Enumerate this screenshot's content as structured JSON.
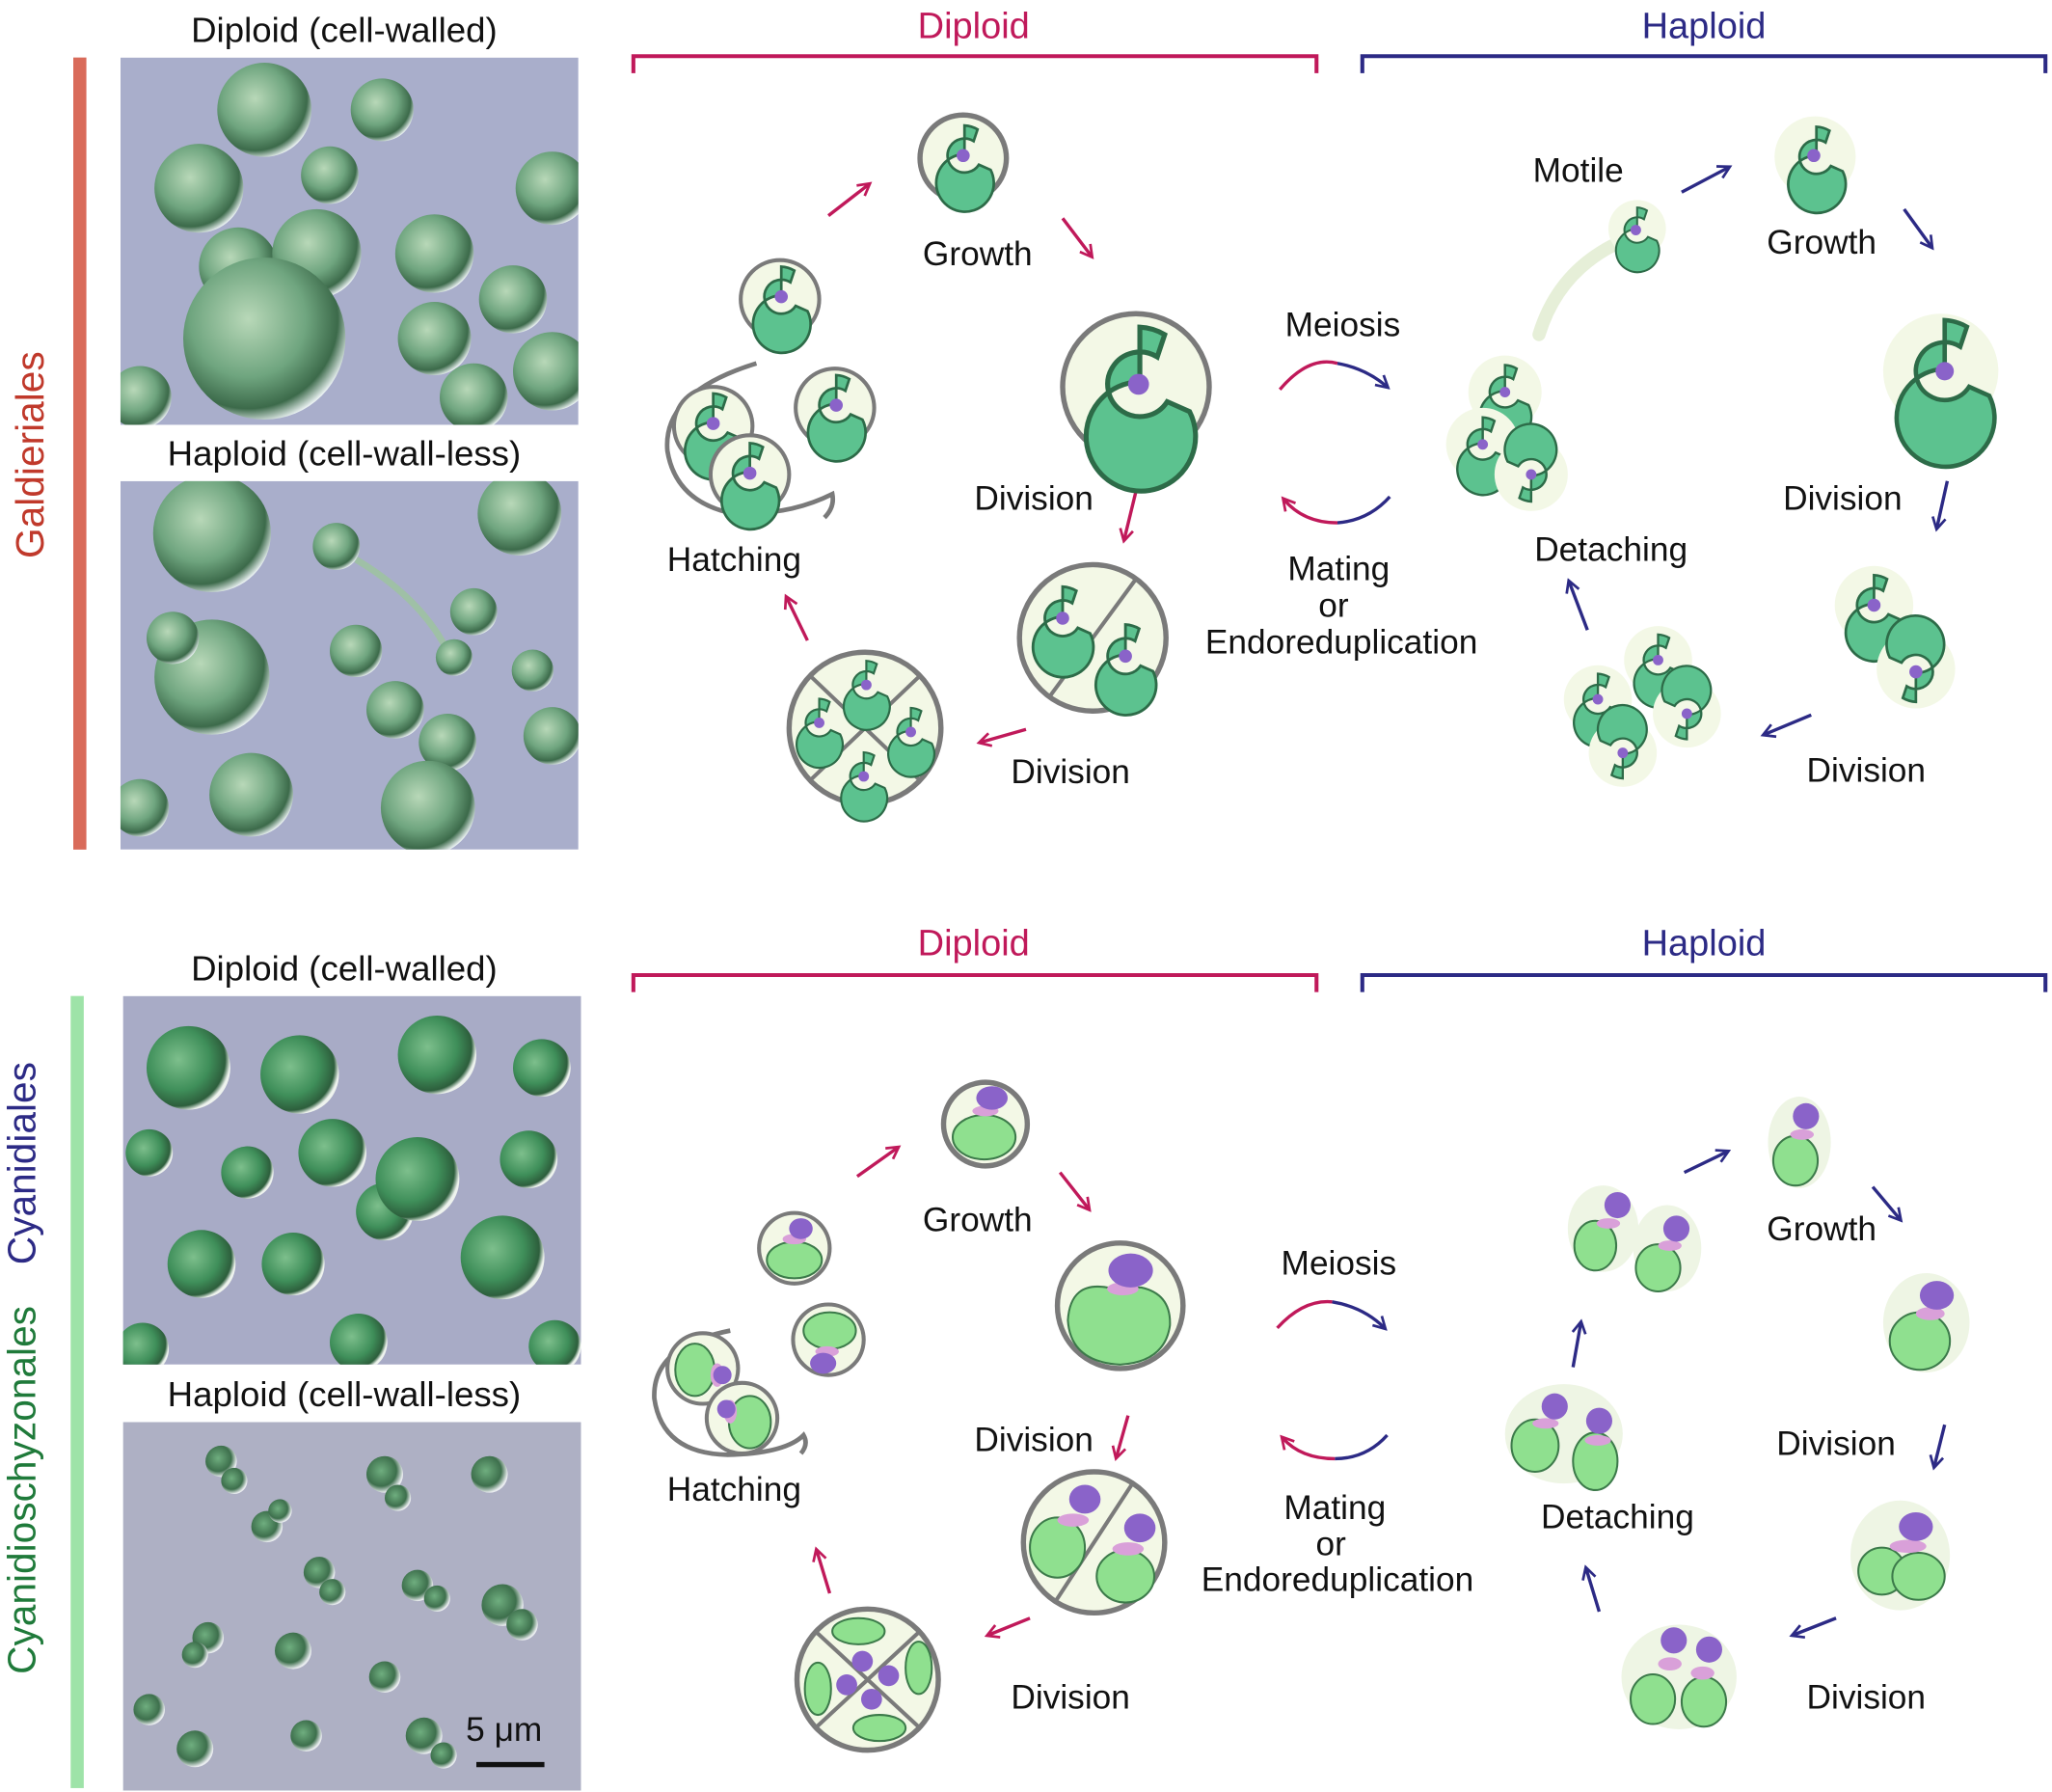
{
  "colors": {
    "diploid": "#c0195a",
    "haploid": "#2c2a85",
    "galdieriales_bar": "#d96b5a",
    "cyanidiales_text": "#2c2a85",
    "cyanidioschyzonales_text": "#1f7a3a",
    "cyanid_bar": "#9ee3a8",
    "cell_green": "#5cc28f",
    "cell_green_light": "#8fe08f",
    "nucleus": "#8a63c9",
    "wall": "#7a7a7a",
    "cytoplasm": "#f3f8e6"
  },
  "panels": [
    {
      "group_label": "Galdieriales",
      "photo_top_label": "Diploid (cell-walled)",
      "photo_bottom_label": "Haploid (cell-wall-less)",
      "diploid_header": "Diploid",
      "haploid_header": "Haploid",
      "steps": {
        "growth_dip": "Growth",
        "division_dip_1": "Division",
        "division_dip_2": "Division",
        "hatching": "Hatching",
        "meiosis": "Meiosis",
        "mating": "Mating",
        "or": "or",
        "endoreduplication": "Endoreduplication",
        "motile": "Motile",
        "growth_hap": "Growth",
        "division_hap_1": "Division",
        "division_hap_2": "Division",
        "detaching": "Detaching"
      }
    },
    {
      "group_label_top": "Cyanidiales",
      "group_label_bottom": "Cyanidioschyzonales",
      "photo_top_label": "Diploid (cell-walled)",
      "photo_bottom_label": "Haploid (cell-wall-less)",
      "scale_bar": "5 μm",
      "diploid_header": "Diploid",
      "haploid_header": "Haploid",
      "steps": {
        "growth_dip": "Growth",
        "division_dip_1": "Division",
        "division_dip_2": "Division",
        "hatching": "Hatching",
        "meiosis": "Meiosis",
        "mating": "Mating",
        "or": "or",
        "endoreduplication": "Endoreduplication",
        "growth_hap": "Growth",
        "division_hap_1": "Division",
        "division_hap_2": "Division",
        "detaching": "Detaching"
      }
    }
  ]
}
